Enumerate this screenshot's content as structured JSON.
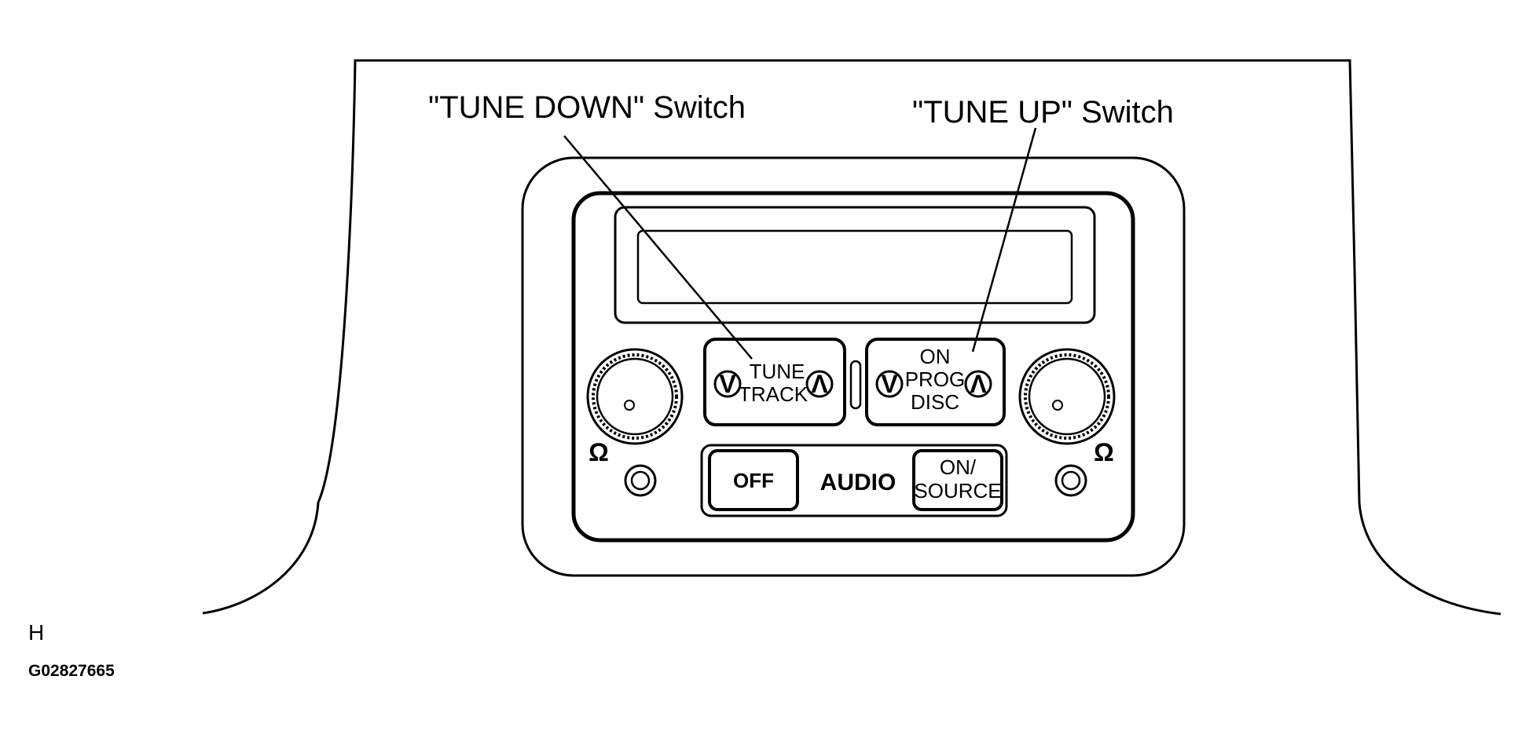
{
  "callouts": {
    "tune_down": "\"TUNE DOWN\" Switch",
    "tune_up": "\"TUNE UP\" Switch"
  },
  "buttons": {
    "tune_line1": "TUNE",
    "tune_line2": "TRACK",
    "prog_line1": "ON",
    "prog_line2": "PROG",
    "prog_line3": "DISC",
    "down_glyph": "V",
    "up_glyph": "Λ",
    "off": "OFF",
    "audio": "AUDIO",
    "source_line1": "ON/",
    "source_line2": "SOURCE",
    "headphone_glyph": "Ω"
  },
  "footer": {
    "ref_letter": "H",
    "figure_code": "G02827665"
  },
  "colors": {
    "stroke": "#000000",
    "background": "#ffffff"
  }
}
